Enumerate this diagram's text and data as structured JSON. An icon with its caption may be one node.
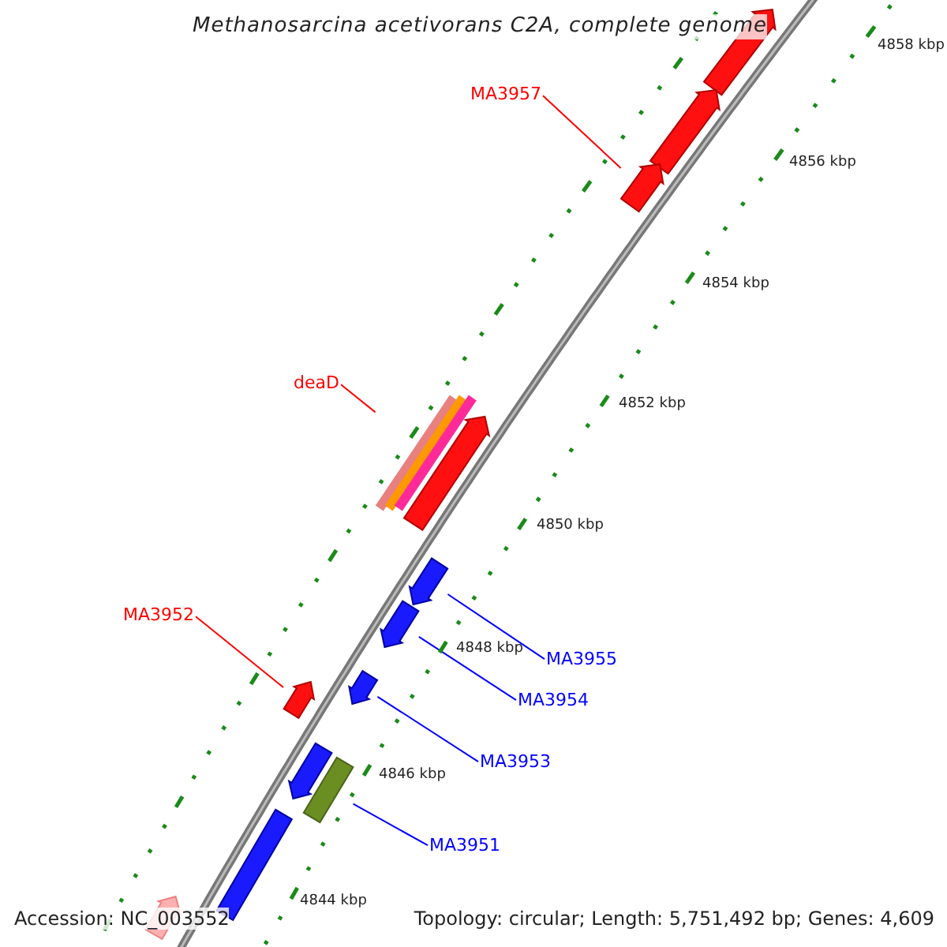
{
  "diagram": {
    "title": "Methanosarcina acetivorans C2A, complete genome",
    "nodes": [
      {
        "text": [
          "MA3957"
        ]
      },
      {
        "text": [
          "deaD"
        ]
      },
      {
        "text": [
          "MA3952"
        ]
      },
      {
        "text": [
          "MA3955"
        ]
      },
      {
        "text": [
          "MA3954"
        ]
      },
      {
        "text": [
          "MA3953"
        ]
      },
      {
        "text": [
          "MA3951"
        ]
      },
      {
        "text": [],
        "shape": "arrow"
      },
      {
        "text": [],
        "shape": "arrow"
      },
      {
        "text": [],
        "shape": "arrow"
      },
      {
        "text": [],
        "shape": "bar"
      },
      {
        "text": [],
        "shape": "arrow"
      },
      {
        "text": [],
        "shape": "arrow"
      },
      {
        "text": [],
        "shape": "arrow"
      },
      {
        "text": [],
        "shape": "arrow"
      },
      {
        "text": [],
        "shape": "arrow"
      },
      {
        "text": [],
        "shape": "arrow"
      },
      {
        "text": [],
        "shape": "bar"
      },
      {
        "text": [],
        "shape": "bar"
      },
      {
        "text": [],
        "shape": "arrow"
      }
    ],
    "edges": [
      {
        "from": 0,
        "to": 9,
        "arrow": "none",
        "color": "#ff0000"
      },
      {
        "from": 1,
        "to": 10,
        "arrow": "none",
        "color": "#ff0000"
      },
      {
        "from": 2,
        "to": 15,
        "arrow": "none",
        "color": "#ff0000"
      },
      {
        "from": 3,
        "to": 12,
        "arrow": "none"
      },
      {
        "from": 4,
        "to": 13,
        "arrow": "none"
      },
      {
        "from": 5,
        "to": 14,
        "arrow": "none"
      },
      {
        "from": 6,
        "to": 17,
        "arrow": "none"
      }
    ],
    "labels": [
      "4858 kbp",
      "4856 kbp",
      "4854 kbp",
      "4852 kbp",
      "4850 kbp",
      "4848 kbp",
      "4846 kbp",
      "4844 kbp",
      "Accession: NC_003552",
      "Topology: circular; Length: 5,751,492 bp; Genes: 4,609"
    ]
  }
}
